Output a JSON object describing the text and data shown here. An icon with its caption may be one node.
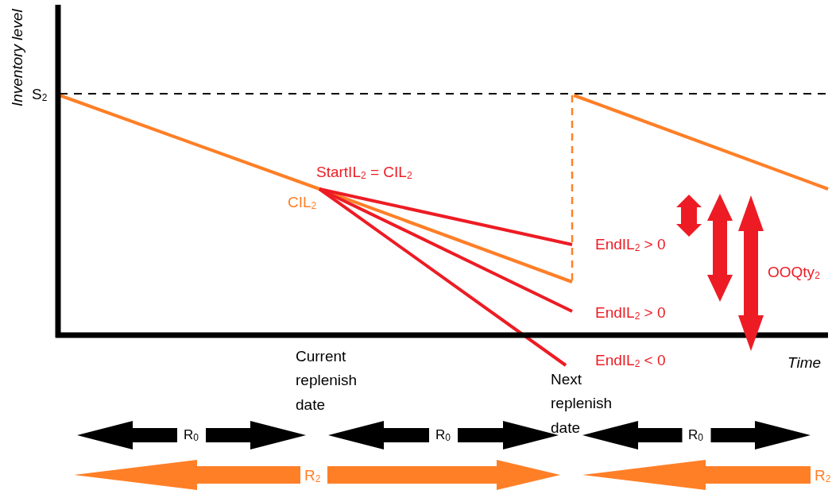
{
  "diagram": {
    "labels": [
      "Inventory level",
      "S$_{2}$",
      "StartIL$_{2}$ = CIL$_{2}$",
      "CIL$_{2}$",
      "EndIL$_{2}$ > 0",
      "OOQty$_{2}$",
      "EndIL$_{2}$ > 0",
      "EndIL$_{2}$ < 0",
      "Time",
      "Current replenish date",
      "Next replenish date",
      "R$_{0}$",
      "R$_{0}$",
      "R$_{0}$",
      "R$_{2}$",
      "R$_{2}$"
    ]
  }
}
